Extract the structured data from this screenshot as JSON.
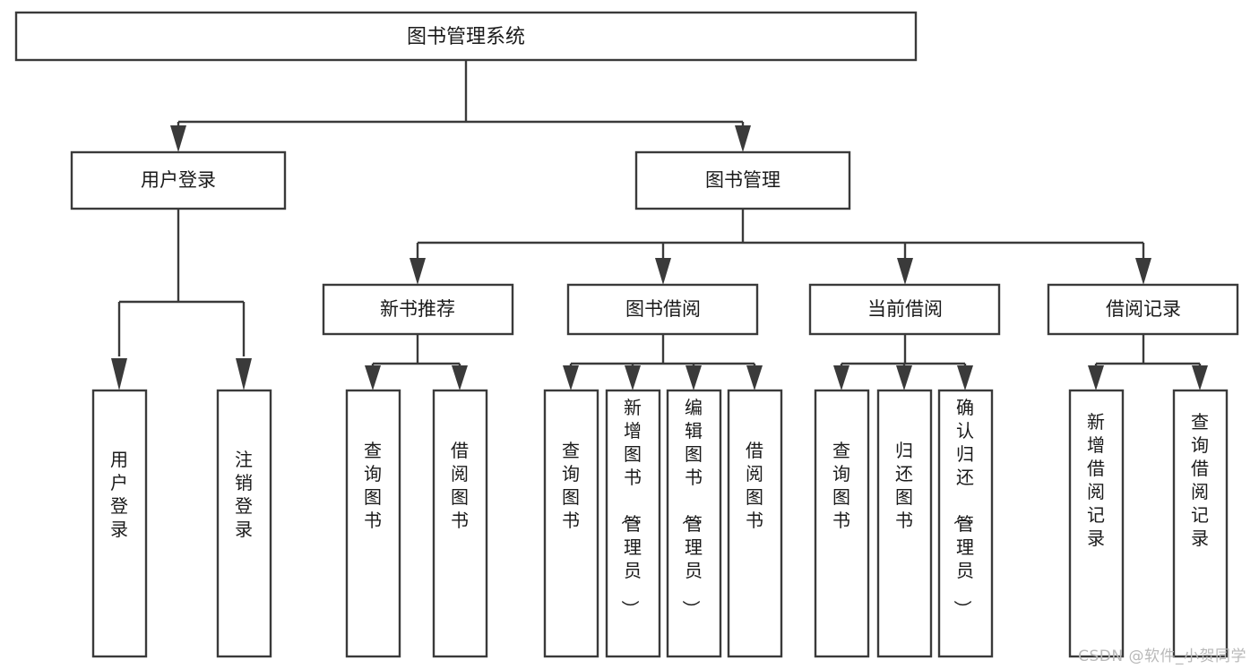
{
  "diagram": {
    "title": "图书管理系统",
    "type": "functional-decomposition-tree",
    "orientation": "top-down",
    "levels": 4,
    "root": {
      "id": "root",
      "label": "图书管理系统"
    },
    "level2": [
      {
        "id": "user-login",
        "label": "用户登录"
      },
      {
        "id": "book-management",
        "label": "图书管理"
      }
    ],
    "level3": [
      {
        "id": "new-book-recommend",
        "label": "新书推荐",
        "parent": "book-management"
      },
      {
        "id": "book-borrow",
        "label": "图书借阅",
        "parent": "book-management"
      },
      {
        "id": "current-borrow",
        "label": "当前借阅",
        "parent": "book-management"
      },
      {
        "id": "borrow-record",
        "label": "借阅记录",
        "parent": "book-management"
      }
    ],
    "leaves": {
      "user-login": [
        {
          "id": "leaf-user-login",
          "label": "用户登录"
        },
        {
          "id": "leaf-logout-login",
          "label": "注销登录"
        }
      ],
      "new-book-recommend": [
        {
          "id": "leaf-query-book-1",
          "label": "查询图书"
        },
        {
          "id": "leaf-borrow-book-1",
          "label": "借阅图书"
        }
      ],
      "book-borrow": [
        {
          "id": "leaf-query-book-2",
          "label": "查询图书"
        },
        {
          "id": "leaf-add-book",
          "label": "新增图书（管理员）"
        },
        {
          "id": "leaf-edit-book",
          "label": "编辑图书（管理员）"
        },
        {
          "id": "leaf-borrow-book-2",
          "label": "借阅图书"
        }
      ],
      "current-borrow": [
        {
          "id": "leaf-query-book-3",
          "label": "查询图书"
        },
        {
          "id": "leaf-return-book",
          "label": "归还图书"
        },
        {
          "id": "leaf-confirm-return",
          "label": "确认归还（管理员）"
        }
      ],
      "borrow-record": [
        {
          "id": "leaf-add-record",
          "label": "新增借阅记录"
        },
        {
          "id": "leaf-query-record",
          "label": "查询借阅记录"
        }
      ]
    }
  },
  "watermark": {
    "text": "CSDN @软件_小贺同学"
  },
  "colors": {
    "stroke": "#3a3a3a",
    "box_fill": "#ffffff",
    "text": "#1a1a1a",
    "background": "#ffffff",
    "watermark": "#b9b9b9"
  }
}
